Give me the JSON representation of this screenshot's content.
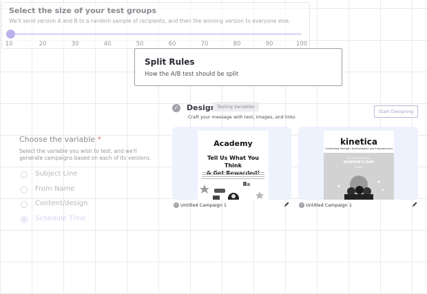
{
  "split_size": {
    "title": "Select the size of your test groups",
    "description": "We'll send version A and B to a random sample of recipients, and then the winning version to everyone else.",
    "value_percent": 10,
    "ticks": [
      "10",
      "20",
      "30",
      "40",
      "50",
      "60",
      "70",
      "80",
      "90",
      "100"
    ],
    "accent_color": "#8f7ee0"
  },
  "tooltip": {
    "title": "Split Rules",
    "text": "How the A/B test should be split"
  },
  "design": {
    "title": "Design",
    "badge": "Testing Variables",
    "subtitle": "Craft your message with text, images, and links",
    "start_button": "Start Designing",
    "campaigns": [
      {
        "name": "Untitled Campaign 1",
        "thumbnail": {
          "logo": "Academy",
          "tagline": "BYTE",
          "headline_line1": "Tell Us What You Think",
          "headline_line2": "& Get Rewarded!"
        }
      },
      {
        "name": "Untitled Campaign 1",
        "thumbnail": {
          "logo": "kinetica",
          "tagline": "Celebrating Strength, Achievements and Empowerment",
          "banner_line1": "INTERNATIONAL",
          "banner_line2": "WOMEN'S DAY",
          "banner_line3": "EVENT"
        }
      }
    ]
  },
  "variable": {
    "title": "Choose the variable",
    "required_mark": "*",
    "description": "Select the variable you wish to test, and we'll generate campaigns based on each of its versions.",
    "options": [
      "Subject Line",
      "From Name",
      "Content/design",
      "Schedule Time"
    ],
    "selected": "Schedule Time"
  }
}
